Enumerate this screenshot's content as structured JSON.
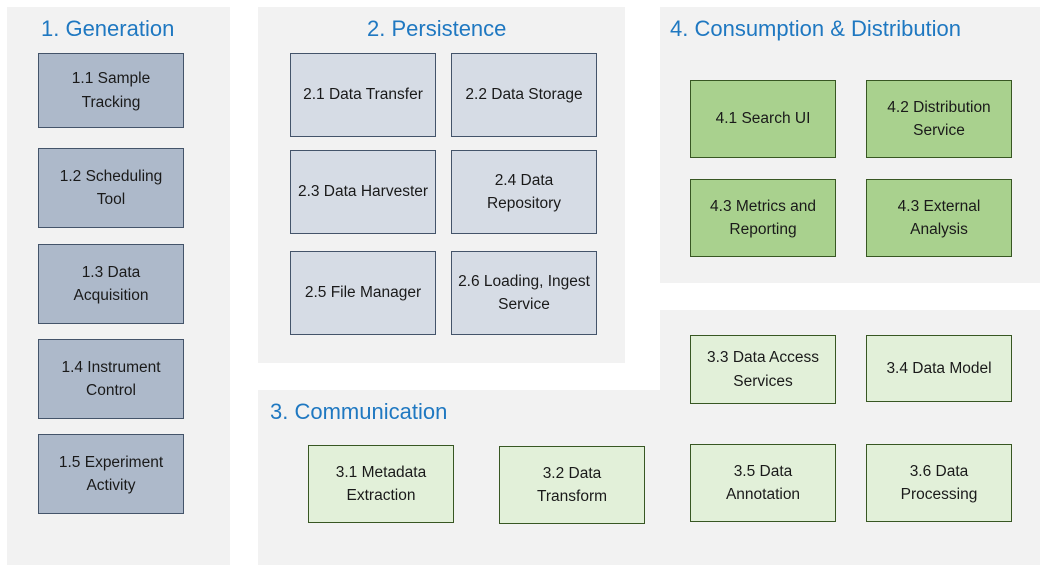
{
  "colors": {
    "title_blue": "#1f78c1",
    "panel_bg": "#f2f2f2",
    "generation_fill": "#adb9ca",
    "persistence_fill": "#d6dce5",
    "communication_fill": "#e2f0d9",
    "consumption_fill": "#a9d18e"
  },
  "generation": {
    "title": "1. Generation",
    "boxes": [
      {
        "label": "1.1 Sample Tracking"
      },
      {
        "label": "1.2 Scheduling Tool"
      },
      {
        "label": "1.3 Data Acquisition"
      },
      {
        "label": "1.4 Instrument Control"
      },
      {
        "label": "1.5 Experiment Activity"
      }
    ]
  },
  "persistence": {
    "title": "2. Persistence",
    "boxes": [
      {
        "label": "2.1 Data Transfer"
      },
      {
        "label": "2.2 Data Storage"
      },
      {
        "label": "2.3 Data Harvester"
      },
      {
        "label": "2.4 Data Repository"
      },
      {
        "label": "2.5 File Manager"
      },
      {
        "label": "2.6 Loading, Ingest Service"
      }
    ]
  },
  "communication": {
    "title": "3. Communication",
    "boxes": [
      {
        "label": "3.1 Metadata Extraction"
      },
      {
        "label": "3.2 Data Transform"
      },
      {
        "label": "3.3 Data Access Services"
      },
      {
        "label": "3.4 Data Model"
      },
      {
        "label": "3.5 Data Annotation"
      },
      {
        "label": "3.6 Data Processing"
      }
    ]
  },
  "consumption": {
    "title": "4. Consumption & Distribution",
    "boxes": [
      {
        "label": "4.1 Search UI"
      },
      {
        "label": "4.2 Distribution Service"
      },
      {
        "label": "4.3 Metrics and Reporting"
      },
      {
        "label": "4.3 External Analysis"
      }
    ]
  }
}
